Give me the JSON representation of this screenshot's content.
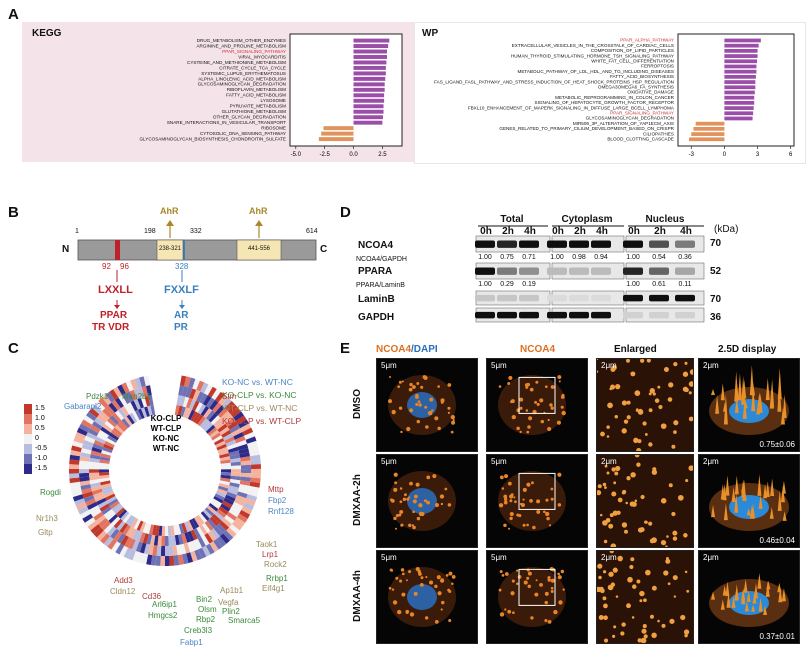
{
  "panels": {
    "a": "A",
    "b": "B",
    "c": "C",
    "d": "D",
    "e": "E"
  },
  "kegg": {
    "title": "KEGG",
    "terms": [
      "DRUG_METABOLISM_OTHER_ENZYMES",
      "ARGININE_AND_PROLINE_METABOLISM",
      "PPAR_SIGNALING_PATHWAY",
      "VIRAL_MYOCARDITIS",
      "CYSTEINE_AND_METHIONINE_METABOLISM",
      "CITRATE_CYCLE_TCA_CYCLE",
      "SYSTEMIC_LUPUS_ERYTHEMATOSUS",
      "ALPHA_LINOLENIC_ACID_METABOLISM",
      "GLYCOSAMINOGLYCAN_DEGRADATION",
      "RIBOFLAVIN_METABOLISM",
      "FATTY_ACID_METABOLISM",
      "LYSOSOME",
      "PYRUVATE_METABOLISM",
      "GLUTATHIONE_METABOLISM",
      "OTHER_GLYCAN_DEGRADATION",
      "SNARE_INTERACTIONS_IN_VESICULAR_TRANSPORT",
      "RIBOSOME",
      "CYTOSOLIC_DNA_SENSING_PATHWAY",
      "GLYCOSAMINOGLYCAN_BIOSYNTHESIS_CHONDROITIN_SULFATE"
    ],
    "values": [
      3.1,
      3.0,
      2.9,
      2.9,
      2.85,
      2.8,
      2.8,
      2.75,
      2.7,
      2.7,
      2.65,
      2.65,
      2.6,
      2.6,
      2.55,
      2.5,
      -2.6,
      -2.8,
      -3.0
    ],
    "highlight_index": 2,
    "ticks": [
      "-5.0",
      "-2.5",
      "0.0",
      "2.5"
    ]
  },
  "wp": {
    "title": "WP",
    "terms": [
      "PPAR_ALPHA_PATHWAY",
      "EXTRACELLULAR_VESICLES_IN_THE_CROSSTALK_OF_CARDIAC_CELLS",
      "COMPOSITION_OF_LIPID_PARTICLES",
      "HUMAN_THYROID_STIMULATING_HORMONE_TSH_SIGNALING_PATHWAY",
      "WHITE_FAT_CELL_DIFFERENTIATION",
      "FERROPTOSIS",
      "METABOLIC_PATHWAY_OF_LDL_HDL_AND_TG_INCLUDING_DISEASES",
      "FATTY_ACID_BIOSYNTHESIS",
      "FAS_LIGAND_FASL_PATHWAY_AND_STRESS_INDUCTION_OF_HEAT_SHOCK_PROTEINS_HSP_REGULATION",
      "OMEGA3OMEGA6_FA_SYNTHESIS",
      "OXIDATIVE_DAMAGE",
      "METABOLIC_REPROGRAMMING_IN_COLON_CANCER",
      "SIGNALING_OF_HEPATOCYTE_GROWTH_FACTOR_RECEPTOR",
      "FBXL10_ENHANCEMENT_OF_MAPERK_SIGNALING_IN_DIFFUSE_LARGE_BCELL_LYMPHOMA",
      "PPAR_SIGNALING_PATHWAY",
      "GLYCOSAMINOGLYCAN_DEGRADATION",
      "MIR509_3P_ALTERATION_OF_YAP1ECM_AXIS",
      "GENES_RELATED_TO_PRIMARY_CILIUM_DEVELOPMENT_BASED_ON_CRISPR",
      "CILIOPATHIES",
      "BLOOD_CLOTTING_CASCADE"
    ],
    "values": [
      3.3,
      3.1,
      3.0,
      3.0,
      2.95,
      2.9,
      2.9,
      2.85,
      2.8,
      2.8,
      2.75,
      2.7,
      2.7,
      2.65,
      2.6,
      2.55,
      -2.6,
      -2.8,
      -3.0,
      -3.2
    ],
    "highlight_indices": [
      0,
      14
    ],
    "ticks": [
      "-3",
      "0",
      "3",
      "6"
    ]
  },
  "domain": {
    "n": "N",
    "c": "C",
    "pos_start": "1",
    "pos_198": "198",
    "pos_332": "332",
    "pos_614": "614",
    "box1": "238-321",
    "box2": "441-556",
    "ahr1": "AhR",
    "ahr2": "AhR",
    "pos92": "92",
    "pos96": "96",
    "pos328": "328",
    "motif1": "LXXLL",
    "motif2": "FXXLF",
    "target1a": "PPAR",
    "target1b": "TR VDR",
    "target2a": "AR",
    "target2b": "PR"
  },
  "circos": {
    "legend": [
      "KO-NC vs. WT-NC",
      "KO-CLP vs. KO-NC",
      "WT-CLP vs. WT-NC",
      "KO-CLP vs. WT-CLP"
    ],
    "legend_colors": [
      "#4a86c5",
      "#3a8a3a",
      "#9a8a5a",
      "#b23a3a"
    ],
    "scale_labels": [
      "1.5",
      "1.0",
      "0.5",
      "0",
      "-0.5",
      "-1.0",
      "-1.5"
    ],
    "ring_labels": [
      "KO-CLP",
      "WT-CLP",
      "KO-NC",
      "WT-NC"
    ],
    "genes": [
      {
        "name": "Pdzk1",
        "color": "#3a8a3a"
      },
      {
        "name": "Man2b1",
        "color": "#3a8a3a"
      },
      {
        "name": "Gabarapl2",
        "color": "#4a86c5"
      },
      {
        "name": "Stm",
        "color": "#b23a3a"
      },
      {
        "name": "Mttp",
        "color": "#b23a3a"
      },
      {
        "name": "Fbp2",
        "color": "#4a86c5"
      },
      {
        "name": "Rnf128",
        "color": "#4a86c5"
      },
      {
        "name": "Rogdi",
        "color": "#3a8a3a"
      },
      {
        "name": "Nr1h3",
        "color": "#9a8a5a"
      },
      {
        "name": "Gltp",
        "color": "#9a8a5a"
      },
      {
        "name": "Taok1",
        "color": "#9a8a5a"
      },
      {
        "name": "Lrp1",
        "color": "#b23a3a"
      },
      {
        "name": "Rock2",
        "color": "#9a8a5a"
      },
      {
        "name": "Rrbp1",
        "color": "#3a8a3a"
      },
      {
        "name": "Eif4g1",
        "color": "#9a8a5a"
      },
      {
        "name": "Add3",
        "color": "#b23a3a"
      },
      {
        "name": "Cldn12",
        "color": "#9a8a5a"
      },
      {
        "name": "Cd36",
        "color": "#b23a3a"
      },
      {
        "name": "Arl6ip1",
        "color": "#3a8a3a"
      },
      {
        "name": "Hmgcs2",
        "color": "#3a8a3a"
      },
      {
        "name": "Bin2",
        "color": "#3a8a3a"
      },
      {
        "name": "Olsm",
        "color": "#3a8a3a"
      },
      {
        "name": "Rbp2",
        "color": "#3a8a3a"
      },
      {
        "name": "Creb3l3",
        "color": "#3a8a3a"
      },
      {
        "name": "Fabp1",
        "color": "#4a86c5"
      },
      {
        "name": "Ap1b1",
        "color": "#9a8a5a"
      },
      {
        "name": "Vegfa",
        "color": "#9a8a5a"
      },
      {
        "name": "Plin2",
        "color": "#3a8a3a"
      },
      {
        "name": "Smarca5",
        "color": "#3a8a3a"
      }
    ]
  },
  "blot": {
    "groups": [
      "Total",
      "Cytoplasm",
      "Nucleus"
    ],
    "times": [
      "0h",
      "2h",
      "4h",
      "0h",
      "2h",
      "4h",
      "0h",
      "2h",
      "4h"
    ],
    "kda_label": "(kDa)",
    "rows": [
      {
        "label": "NCOA4",
        "kda": "70"
      },
      {
        "label": "PPARA",
        "kda": "52"
      },
      {
        "label": "LaminB",
        "kda": "70"
      },
      {
        "label": "GAPDH",
        "kda": "36"
      }
    ],
    "ncoa4_ratio_label": "NCOA4/GAPDH",
    "ncoa4_ratios": [
      "1.00",
      "0.75",
      "0.71",
      "1.00",
      "0.98",
      "0.94",
      "1.00",
      "0.54",
      "0.36"
    ],
    "ppara_ratio_label": "PPARA/LaminB",
    "ppara_ratios": [
      "1.00",
      "0.29",
      "0.19",
      "",
      "",
      "",
      "1.00",
      "0.61",
      "0.11"
    ]
  },
  "micro": {
    "col_headers": [
      "NCOA4",
      "/DAPI",
      "NCOA4",
      "Enlarged",
      "2.5D display"
    ],
    "header_colors": {
      "ncoa4": "#e07020",
      "dapi": "#2a6fc0"
    },
    "rows": [
      {
        "label": "DMSO",
        "quant": "0.75±0.06"
      },
      {
        "label": "DMXAA-2h",
        "quant": "0.46±0.04"
      },
      {
        "label": "DMXAA-4h",
        "quant": "0.37±0.01"
      }
    ],
    "scale_5": "5μm",
    "scale_2": "2μm"
  }
}
